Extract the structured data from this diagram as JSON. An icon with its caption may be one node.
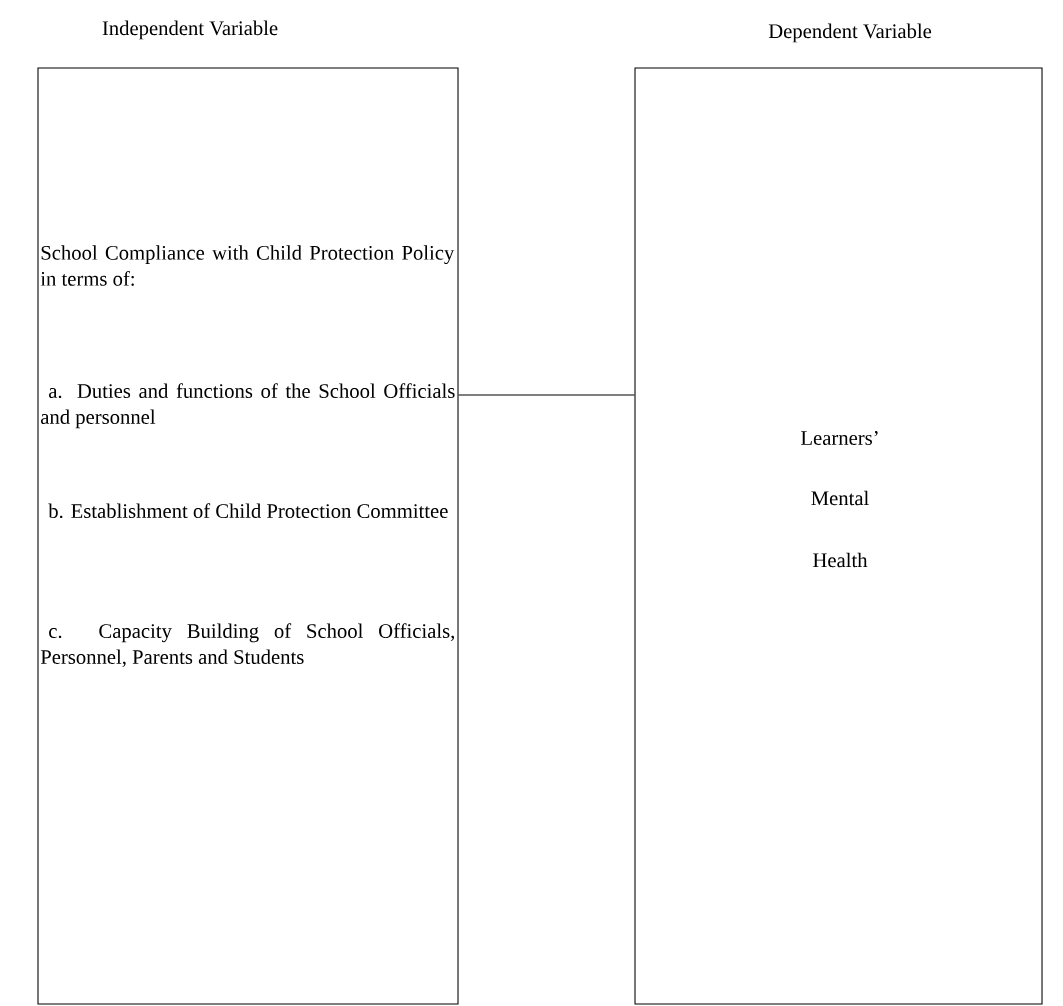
{
  "diagram": {
    "nodes": [
      {
        "text": [
          "Independent Variable",
          "School Compliance with Child Protection Policy in terms of:",
          "a. Duties and functions of the School Officials and personnel",
          "b. Establishment of Child Protection Committee",
          "c. Capacity Building of School Officials, Personnel, Parents and Students"
        ]
      },
      {
        "text": [
          "Dependent Variable",
          "Learners’",
          "Mental",
          "Health"
        ]
      }
    ],
    "edges": [
      {
        "from": 0,
        "to": 1,
        "arrow": "none"
      }
    ]
  }
}
